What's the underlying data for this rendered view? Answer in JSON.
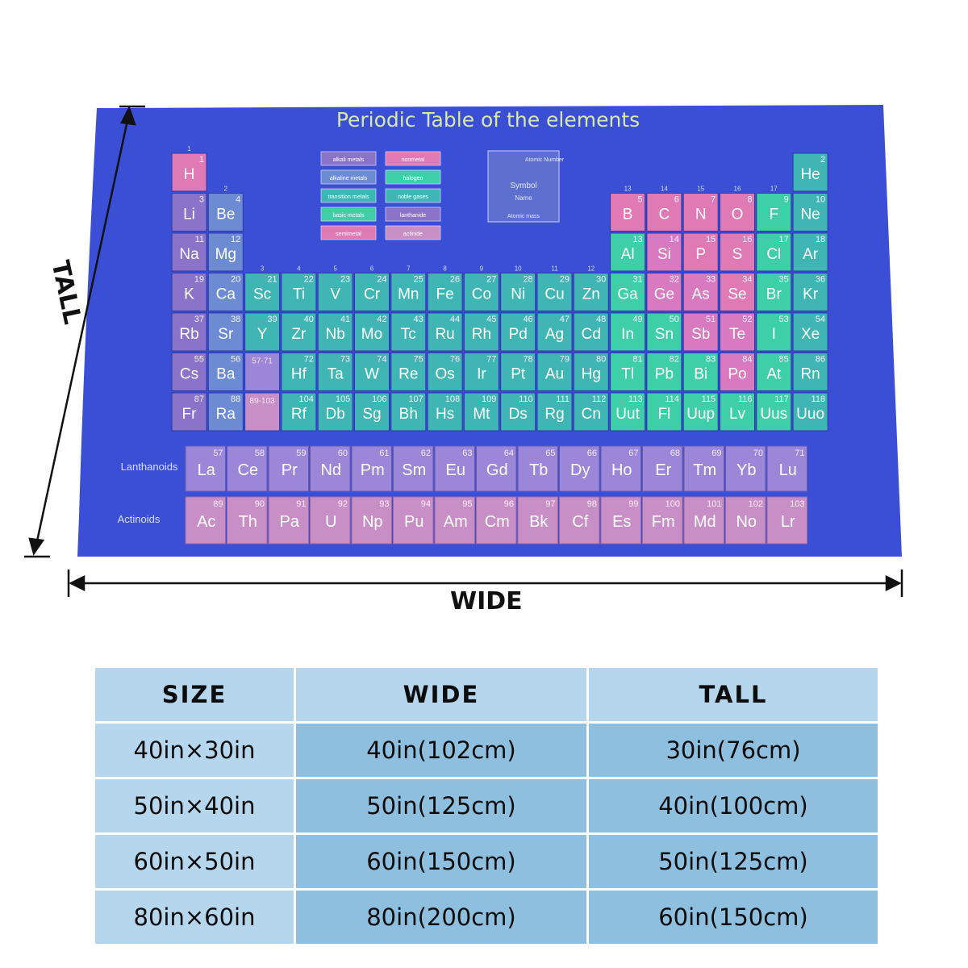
{
  "blanket": {
    "title": "Periodic Table of the elements",
    "legend": [
      "alkali metals",
      "nonmetal",
      "alkaline metals",
      "halogen",
      "transition metals",
      "noble gases",
      "basic metals",
      "lanthanide",
      "semimetal",
      "actinide"
    ],
    "key_box": {
      "top": "Atomic Number",
      "middle1": "Symbol",
      "middle2": "Name",
      "bottom": "Atomic mass"
    },
    "group_numbers": [
      "1",
      "2",
      "3",
      "4",
      "5",
      "6",
      "7",
      "8",
      "9",
      "10",
      "11",
      "12",
      "13",
      "14",
      "15",
      "16",
      "17",
      "18"
    ],
    "row_labels": {
      "lanthanoids": "Lanthanoids",
      "actinoids": "Actinoids"
    },
    "placeholders": {
      "lanthanide_range": "57-71",
      "actinide_range": "89-103"
    },
    "elements": [
      {
        "n": "1",
        "s": "H",
        "p": 1,
        "g": 1,
        "c": "pink"
      },
      {
        "n": "2",
        "s": "He",
        "p": 1,
        "g": 18,
        "c": "teal"
      },
      {
        "n": "3",
        "s": "Li",
        "p": 2,
        "g": 1,
        "c": "purple"
      },
      {
        "n": "4",
        "s": "Be",
        "p": 2,
        "g": 2,
        "c": "blue"
      },
      {
        "n": "5",
        "s": "B",
        "p": 2,
        "g": 13,
        "c": "pink"
      },
      {
        "n": "6",
        "s": "C",
        "p": 2,
        "g": 14,
        "c": "pink"
      },
      {
        "n": "7",
        "s": "N",
        "p": 2,
        "g": 15,
        "c": "pink"
      },
      {
        "n": "8",
        "s": "O",
        "p": 2,
        "g": 16,
        "c": "pink"
      },
      {
        "n": "9",
        "s": "F",
        "p": 2,
        "g": 17,
        "c": "green"
      },
      {
        "n": "10",
        "s": "Ne",
        "p": 2,
        "g": 18,
        "c": "teal"
      },
      {
        "n": "11",
        "s": "Na",
        "p": 3,
        "g": 1,
        "c": "purple"
      },
      {
        "n": "12",
        "s": "Mg",
        "p": 3,
        "g": 2,
        "c": "blue"
      },
      {
        "n": "13",
        "s": "Al",
        "p": 3,
        "g": 13,
        "c": "green"
      },
      {
        "n": "14",
        "s": "Si",
        "p": 3,
        "g": 14,
        "c": "pinkb"
      },
      {
        "n": "15",
        "s": "P",
        "p": 3,
        "g": 15,
        "c": "pink"
      },
      {
        "n": "16",
        "s": "S",
        "p": 3,
        "g": 16,
        "c": "pink"
      },
      {
        "n": "17",
        "s": "Cl",
        "p": 3,
        "g": 17,
        "c": "green"
      },
      {
        "n": "18",
        "s": "Ar",
        "p": 3,
        "g": 18,
        "c": "teal"
      },
      {
        "n": "19",
        "s": "K",
        "p": 4,
        "g": 1,
        "c": "purple"
      },
      {
        "n": "20",
        "s": "Ca",
        "p": 4,
        "g": 2,
        "c": "blue"
      },
      {
        "n": "21",
        "s": "Sc",
        "p": 4,
        "g": 3,
        "c": "teal"
      },
      {
        "n": "22",
        "s": "Ti",
        "p": 4,
        "g": 4,
        "c": "teal"
      },
      {
        "n": "23",
        "s": "V",
        "p": 4,
        "g": 5,
        "c": "teal"
      },
      {
        "n": "24",
        "s": "Cr",
        "p": 4,
        "g": 6,
        "c": "teal"
      },
      {
        "n": "25",
        "s": "Mn",
        "p": 4,
        "g": 7,
        "c": "teal"
      },
      {
        "n": "26",
        "s": "Fe",
        "p": 4,
        "g": 8,
        "c": "teal"
      },
      {
        "n": "27",
        "s": "Co",
        "p": 4,
        "g": 9,
        "c": "teal"
      },
      {
        "n": "28",
        "s": "Ni",
        "p": 4,
        "g": 10,
        "c": "teal"
      },
      {
        "n": "29",
        "s": "Cu",
        "p": 4,
        "g": 11,
        "c": "teal"
      },
      {
        "n": "30",
        "s": "Zn",
        "p": 4,
        "g": 12,
        "c": "teal"
      },
      {
        "n": "31",
        "s": "Ga",
        "p": 4,
        "g": 13,
        "c": "green"
      },
      {
        "n": "32",
        "s": "Ge",
        "p": 4,
        "g": 14,
        "c": "pinkb"
      },
      {
        "n": "33",
        "s": "As",
        "p": 4,
        "g": 15,
        "c": "pinkb"
      },
      {
        "n": "34",
        "s": "Se",
        "p": 4,
        "g": 16,
        "c": "pink"
      },
      {
        "n": "35",
        "s": "Br",
        "p": 4,
        "g": 17,
        "c": "green"
      },
      {
        "n": "36",
        "s": "Kr",
        "p": 4,
        "g": 18,
        "c": "teal"
      },
      {
        "n": "37",
        "s": "Rb",
        "p": 5,
        "g": 1,
        "c": "purple"
      },
      {
        "n": "38",
        "s": "Sr",
        "p": 5,
        "g": 2,
        "c": "blue"
      },
      {
        "n": "39",
        "s": "Y",
        "p": 5,
        "g": 3,
        "c": "teal"
      },
      {
        "n": "40",
        "s": "Zr",
        "p": 5,
        "g": 4,
        "c": "teal"
      },
      {
        "n": "41",
        "s": "Nb",
        "p": 5,
        "g": 5,
        "c": "teal"
      },
      {
        "n": "42",
        "s": "Mo",
        "p": 5,
        "g": 6,
        "c": "teal"
      },
      {
        "n": "43",
        "s": "Tc",
        "p": 5,
        "g": 7,
        "c": "teal"
      },
      {
        "n": "44",
        "s": "Ru",
        "p": 5,
        "g": 8,
        "c": "teal"
      },
      {
        "n": "45",
        "s": "Rh",
        "p": 5,
        "g": 9,
        "c": "teal"
      },
      {
        "n": "46",
        "s": "Pd",
        "p": 5,
        "g": 10,
        "c": "teal"
      },
      {
        "n": "47",
        "s": "Ag",
        "p": 5,
        "g": 11,
        "c": "teal"
      },
      {
        "n": "48",
        "s": "Cd",
        "p": 5,
        "g": 12,
        "c": "teal"
      },
      {
        "n": "49",
        "s": "In",
        "p": 5,
        "g": 13,
        "c": "green"
      },
      {
        "n": "50",
        "s": "Sn",
        "p": 5,
        "g": 14,
        "c": "green"
      },
      {
        "n": "51",
        "s": "Sb",
        "p": 5,
        "g": 15,
        "c": "pinkb"
      },
      {
        "n": "52",
        "s": "Te",
        "p": 5,
        "g": 16,
        "c": "pinkb"
      },
      {
        "n": "53",
        "s": "I",
        "p": 5,
        "g": 17,
        "c": "green"
      },
      {
        "n": "54",
        "s": "Xe",
        "p": 5,
        "g": 18,
        "c": "teal"
      },
      {
        "n": "55",
        "s": "Cs",
        "p": 6,
        "g": 1,
        "c": "purple"
      },
      {
        "n": "56",
        "s": "Ba",
        "p": 6,
        "g": 2,
        "c": "blue"
      },
      {
        "n": "72",
        "s": "Hf",
        "p": 6,
        "g": 4,
        "c": "teal"
      },
      {
        "n": "73",
        "s": "Ta",
        "p": 6,
        "g": 5,
        "c": "teal"
      },
      {
        "n": "74",
        "s": "W",
        "p": 6,
        "g": 6,
        "c": "teal"
      },
      {
        "n": "75",
        "s": "Re",
        "p": 6,
        "g": 7,
        "c": "teal"
      },
      {
        "n": "76",
        "s": "Os",
        "p": 6,
        "g": 8,
        "c": "teal"
      },
      {
        "n": "77",
        "s": "Ir",
        "p": 6,
        "g": 9,
        "c": "teal"
      },
      {
        "n": "78",
        "s": "Pt",
        "p": 6,
        "g": 10,
        "c": "teal"
      },
      {
        "n": "79",
        "s": "Au",
        "p": 6,
        "g": 11,
        "c": "teal"
      },
      {
        "n": "80",
        "s": "Hg",
        "p": 6,
        "g": 12,
        "c": "teal"
      },
      {
        "n": "81",
        "s": "Tl",
        "p": 6,
        "g": 13,
        "c": "green"
      },
      {
        "n": "82",
        "s": "Pb",
        "p": 6,
        "g": 14,
        "c": "green"
      },
      {
        "n": "83",
        "s": "Bi",
        "p": 6,
        "g": 15,
        "c": "green"
      },
      {
        "n": "84",
        "s": "Po",
        "p": 6,
        "g": 16,
        "c": "pinkb"
      },
      {
        "n": "85",
        "s": "At",
        "p": 6,
        "g": 17,
        "c": "green"
      },
      {
        "n": "86",
        "s": "Rn",
        "p": 6,
        "g": 18,
        "c": "teal"
      },
      {
        "n": "87",
        "s": "Fr",
        "p": 7,
        "g": 1,
        "c": "purple"
      },
      {
        "n": "88",
        "s": "Ra",
        "p": 7,
        "g": 2,
        "c": "blue"
      },
      {
        "n": "104",
        "s": "Rf",
        "p": 7,
        "g": 4,
        "c": "teal"
      },
      {
        "n": "105",
        "s": "Db",
        "p": 7,
        "g": 5,
        "c": "teal"
      },
      {
        "n": "106",
        "s": "Sg",
        "p": 7,
        "g": 6,
        "c": "teal"
      },
      {
        "n": "107",
        "s": "Bh",
        "p": 7,
        "g": 7,
        "c": "teal"
      },
      {
        "n": "108",
        "s": "Hs",
        "p": 7,
        "g": 8,
        "c": "teal"
      },
      {
        "n": "109",
        "s": "Mt",
        "p": 7,
        "g": 9,
        "c": "teal"
      },
      {
        "n": "110",
        "s": "Ds",
        "p": 7,
        "g": 10,
        "c": "teal"
      },
      {
        "n": "111",
        "s": "Rg",
        "p": 7,
        "g": 11,
        "c": "teal"
      },
      {
        "n": "112",
        "s": "Cn",
        "p": 7,
        "g": 12,
        "c": "teal"
      },
      {
        "n": "113",
        "s": "Uut",
        "p": 7,
        "g": 13,
        "c": "green"
      },
      {
        "n": "114",
        "s": "Fl",
        "p": 7,
        "g": 14,
        "c": "green"
      },
      {
        "n": "115",
        "s": "Uup",
        "p": 7,
        "g": 15,
        "c": "green"
      },
      {
        "n": "116",
        "s": "Lv",
        "p": 7,
        "g": 16,
        "c": "green"
      },
      {
        "n": "117",
        "s": "Uus",
        "p": 7,
        "g": 17,
        "c": "green"
      },
      {
        "n": "118",
        "s": "Uuo",
        "p": 7,
        "g": 18,
        "c": "teal"
      }
    ],
    "lanthanoids": [
      {
        "n": "57",
        "s": "La"
      },
      {
        "n": "58",
        "s": "Ce"
      },
      {
        "n": "59",
        "s": "Pr"
      },
      {
        "n": "60",
        "s": "Nd"
      },
      {
        "n": "61",
        "s": "Pm"
      },
      {
        "n": "62",
        "s": "Sm"
      },
      {
        "n": "63",
        "s": "Eu"
      },
      {
        "n": "64",
        "s": "Gd"
      },
      {
        "n": "65",
        "s": "Tb"
      },
      {
        "n": "66",
        "s": "Dy"
      },
      {
        "n": "67",
        "s": "Ho"
      },
      {
        "n": "68",
        "s": "Er"
      },
      {
        "n": "69",
        "s": "Tm"
      },
      {
        "n": "70",
        "s": "Yb"
      },
      {
        "n": "71",
        "s": "Lu"
      }
    ],
    "actinoids": [
      {
        "n": "89",
        "s": "Ac"
      },
      {
        "n": "90",
        "s": "Th"
      },
      {
        "n": "91",
        "s": "Pa"
      },
      {
        "n": "92",
        "s": "U"
      },
      {
        "n": "93",
        "s": "Np"
      },
      {
        "n": "94",
        "s": "Pu"
      },
      {
        "n": "95",
        "s": "Am"
      },
      {
        "n": "96",
        "s": "Cm"
      },
      {
        "n": "97",
        "s": "Bk"
      },
      {
        "n": "98",
        "s": "Cf"
      },
      {
        "n": "99",
        "s": "Es"
      },
      {
        "n": "100",
        "s": "Fm"
      },
      {
        "n": "101",
        "s": "Md"
      },
      {
        "n": "102",
        "s": "No"
      },
      {
        "n": "103",
        "s": "Lr"
      }
    ],
    "colors": {
      "background": "#3a4fd6",
      "pink": "#e07ab5",
      "pinkb": "#d97ac0",
      "purple": "#8a73c9",
      "blue": "#6d8bd3",
      "teal": "#3fb6b4",
      "green": "#3fcfa8",
      "lanthanoid": "#9b86d8",
      "actinoid": "#c88fc6"
    }
  },
  "dimensions": {
    "wide": "WIDE",
    "tall": "TALL"
  },
  "size_table": {
    "headers": [
      "SIZE",
      "WIDE",
      "TALL"
    ],
    "rows": [
      [
        "40in×30in",
        "40in(102cm)",
        "30in(76cm)"
      ],
      [
        "50in×40in",
        "50in(125cm)",
        "40in(100cm)"
      ],
      [
        "60in×50in",
        "60in(150cm)",
        "50in(125cm)"
      ],
      [
        "80in×60in",
        "80in(200cm)",
        "60in(150cm)"
      ]
    ]
  }
}
